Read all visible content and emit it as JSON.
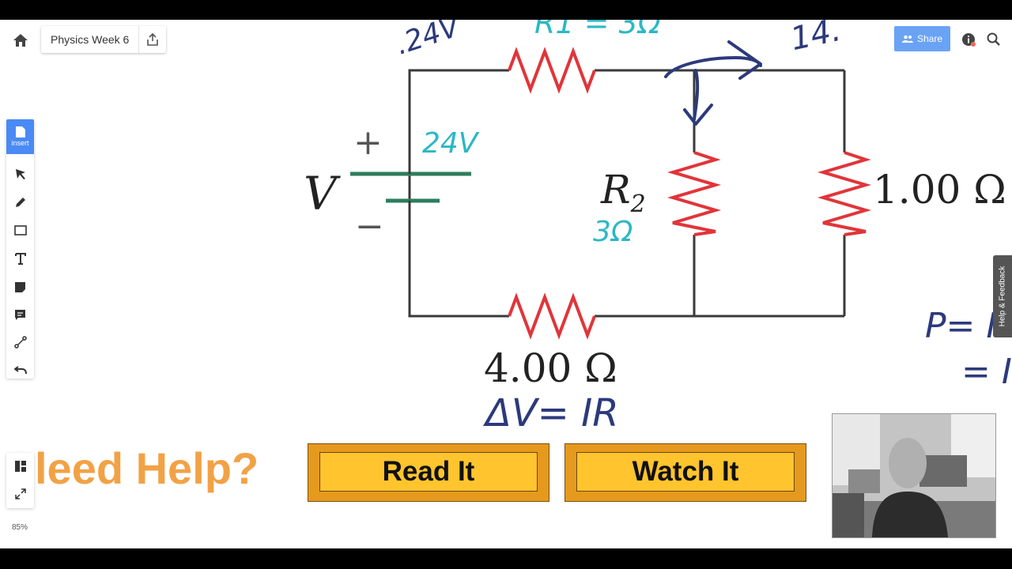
{
  "topbar": {
    "doc_title": "Physics Week 6",
    "share_label": "Share"
  },
  "toolbar": {
    "insert_label": "insert",
    "zoom": "85%"
  },
  "feedback_label": "Help & Feedback",
  "slide": {
    "need_help": "leed Help?",
    "read_it": "Read It",
    "watch_it": "Watch It",
    "v_label": "V",
    "plus": "+",
    "minus": "−",
    "r2_label": "R",
    "r2_sub": "2",
    "r_right": "1.00 Ω",
    "r_bottom": "4.00 Ω"
  },
  "ink": {
    "top_left": ".24V",
    "top_mid": "R1 = 3Ω",
    "top_right": "14.",
    "battery": "24V",
    "r2": "3Ω",
    "formula": "ΔV= IR",
    "power1": "P= I",
    "power2": "= I"
  },
  "colors": {
    "ink_navy": "#2c3a7c",
    "ink_teal": "#2cb8c4",
    "resistor_red": "#e0353a",
    "battery_green": "#2e7d5e",
    "share_blue": "#6aa3f5",
    "insert_blue": "#4a8af4",
    "need_help_orange": "#f2a246",
    "button_yellow": "#ffc42e"
  }
}
